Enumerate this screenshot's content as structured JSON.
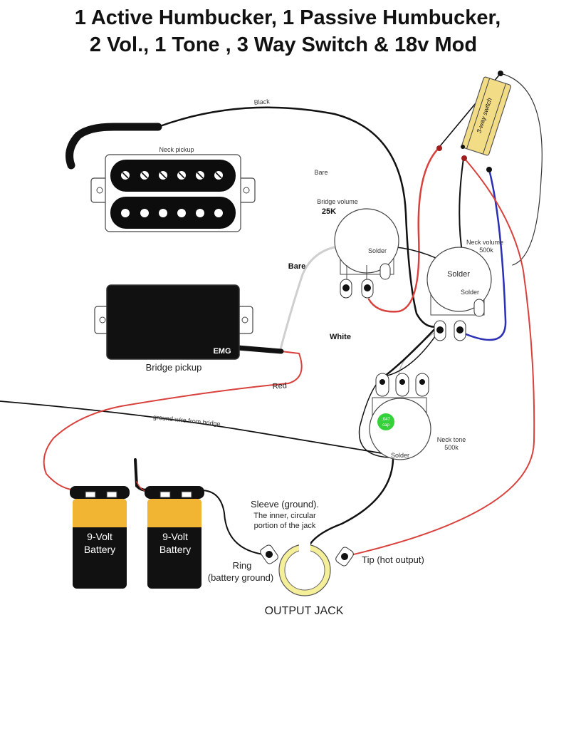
{
  "title": {
    "line1": "1 Active Humbucker, 1 Passive Humbucker,",
    "line2": "2 Vol., 1 Tone , 3 Way Switch & 18v Mod"
  },
  "labels": {
    "black_wire": "Black",
    "neck_pickup": "Neck pickup",
    "bare_top": "Bare",
    "bridge_volume": "Bridge volume",
    "bridge_volume_value": "25K",
    "solder_bridge_vol": "Solder",
    "bare_mid": "Bare",
    "neck_volume": "Neck volume",
    "neck_volume_value": "500k",
    "solder_neck_vol_1": "Solder",
    "solder_neck_vol_2": "Solder",
    "switch": "3-way switch",
    "emg_logo": "EMG",
    "bridge_pickup": "Bridge pickup",
    "white_wire": "White",
    "red_wire": "Red",
    "ground_wire": "ground wire from bridge",
    "cap_line1": ".047",
    "cap_line2": "cap",
    "neck_tone": "Neck tone",
    "neck_tone_value": "500k",
    "solder_tone": "Solder",
    "battery_1_line1": "9-Volt",
    "battery_1_line2": "Battery",
    "battery_2_line1": "9-Volt",
    "battery_2_line2": "Battery",
    "sleeve_line1": "Sleeve (ground).",
    "sleeve_line2": "The inner, circular",
    "sleeve_line3": "portion of the jack",
    "ring_line1": "Ring",
    "ring_line2": "(battery ground)",
    "tip": "Tip (hot output)",
    "output_jack": "OUTPUT JACK"
  },
  "colors": {
    "wire_black": "#111111",
    "wire_red": "#d9413c",
    "wire_blue": "#2a2fb5",
    "wire_grey": "#c8c8c8",
    "battery_yellow": "#f2b533",
    "cap_green": "#35d13a",
    "switch_yellow": "#f3dc86",
    "jack_ring": "#f5ef9a"
  }
}
